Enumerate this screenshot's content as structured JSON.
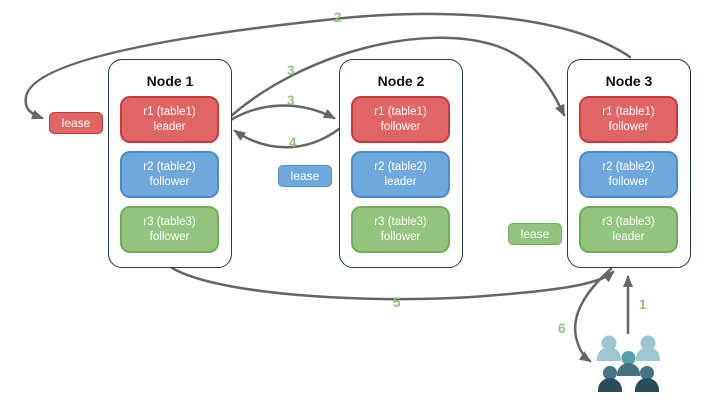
{
  "nodes": [
    {
      "title": "Node 1",
      "replicas": [
        {
          "label": "r1 (table1)",
          "role": "leader",
          "color": "red"
        },
        {
          "label": "r2 (table2)",
          "role": "follower",
          "color": "blue"
        },
        {
          "label": "r3 (table3)",
          "role": "follower",
          "color": "green"
        }
      ]
    },
    {
      "title": "Node 2",
      "replicas": [
        {
          "label": "r1 (table1)",
          "role": "follower",
          "color": "red"
        },
        {
          "label": "r2 (table2)",
          "role": "leader",
          "color": "blue"
        },
        {
          "label": "r3 (table3)",
          "role": "follower",
          "color": "green"
        }
      ]
    },
    {
      "title": "Node 3",
      "replicas": [
        {
          "label": "r1 (table1)",
          "role": "follower",
          "color": "red"
        },
        {
          "label": "r2 (table2)",
          "role": "follower",
          "color": "blue"
        },
        {
          "label": "r3 (table3)",
          "role": "leader",
          "color": "green"
        }
      ]
    }
  ],
  "leases": [
    {
      "label": "lease",
      "color": "#e06666"
    },
    {
      "label": "lease",
      "color": "#6fa8dc"
    },
    {
      "label": "lease",
      "color": "#93c47d"
    }
  ],
  "steps": {
    "s1": "1",
    "s2": "2",
    "s3a": "3",
    "s3b": "3",
    "s4": "4",
    "s5": "5",
    "s6": "6"
  },
  "colors": {
    "red_fill": "#e06666",
    "red_border": "#c83b3b",
    "blue_fill": "#6fa8dc",
    "blue_border": "#4c8ccb",
    "green_fill": "#93c47d",
    "green_border": "#6fae59",
    "node_border": "#20395c",
    "arrow": "#666666",
    "step_text": "#93c47d",
    "users_light_teal": "#9bc8d0",
    "users_teal": "#55a0aa",
    "users_slate": "#457482",
    "users_navy": "#2a4b5b"
  },
  "icon": {
    "name": "users-group-icon"
  }
}
